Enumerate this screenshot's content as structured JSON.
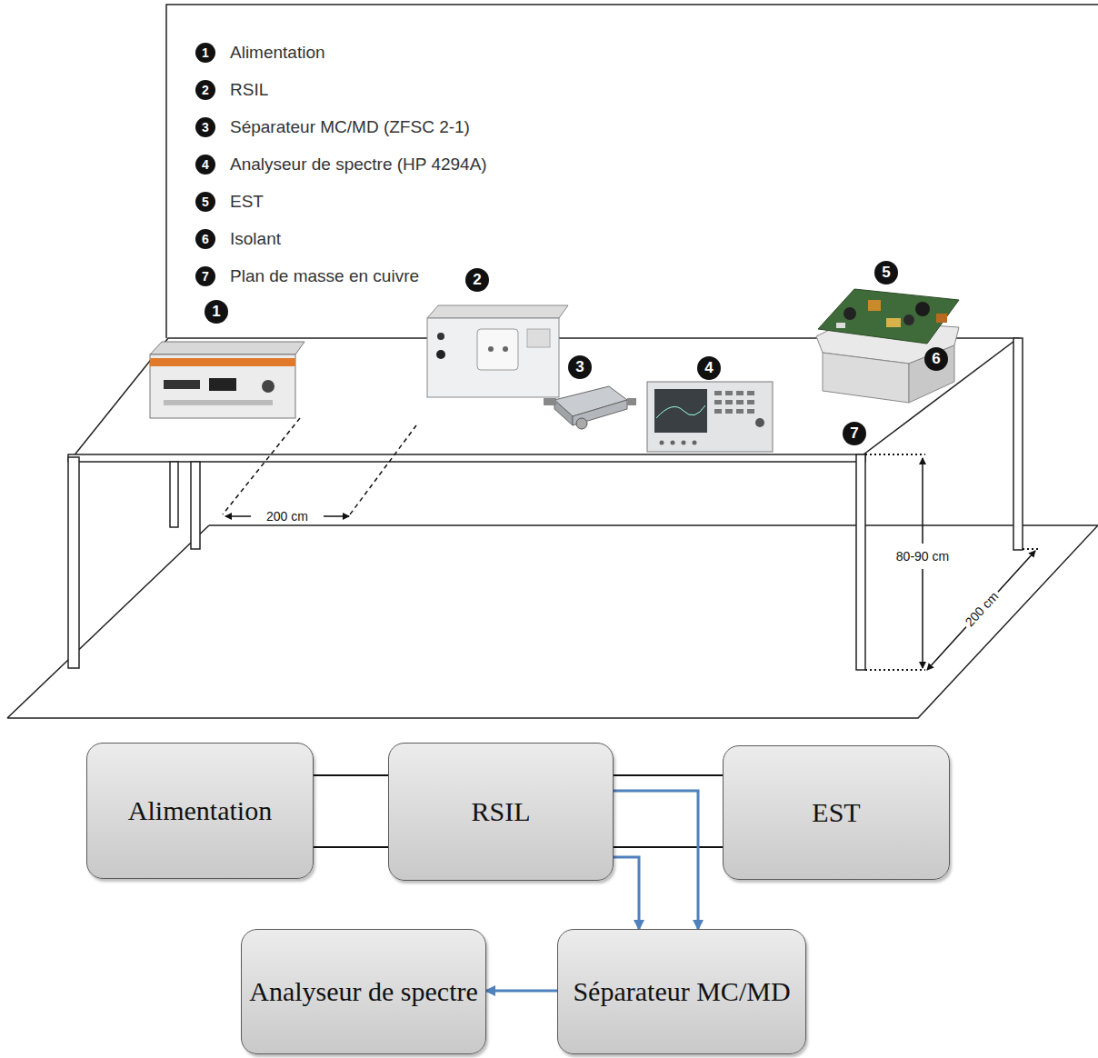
{
  "diagram": {
    "nodes": [
      {
        "text": [
          "Alimentation"
        ]
      },
      {
        "text": [
          "RSIL"
        ]
      },
      {
        "text": [
          "EST"
        ]
      },
      {
        "text": [
          "Analyseur de spectre"
        ]
      },
      {
        "text": [
          "Séparateur MC/MD"
        ]
      }
    ],
    "edges": [
      {
        "from": 0,
        "to": 1,
        "arrow": "none"
      },
      {
        "from": 0,
        "to": 1,
        "arrow": "none"
      },
      {
        "from": 1,
        "to": 2,
        "arrow": "none"
      },
      {
        "from": 1,
        "to": 2,
        "arrow": "none"
      },
      {
        "from": 1,
        "to": 4,
        "arrow": "to"
      },
      {
        "from": 1,
        "to": 4,
        "arrow": "to"
      },
      {
        "from": 4,
        "to": 3,
        "arrow": "to"
      }
    ],
    "labels": [
      "1",
      "Alimentation",
      "2",
      "RSIL",
      "3",
      "Séparateur MC/MD (ZFSC 2-1)",
      "4",
      "Analyseur de spectre (HP 4294A)",
      "5",
      "EST",
      "6",
      "Isolant",
      "7",
      "Plan de masse en cuivre",
      "1",
      "2",
      "3",
      "4",
      "5",
      "6",
      "7",
      "200 cm",
      "80-90 cm",
      "200 cm"
    ]
  }
}
